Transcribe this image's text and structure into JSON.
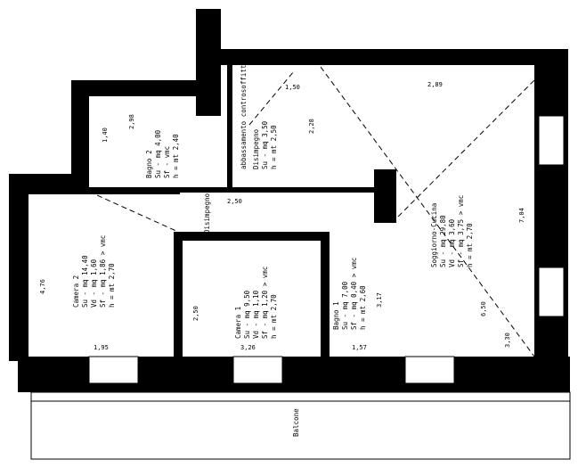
{
  "colors": {
    "wall": "#000000",
    "background": "#ffffff",
    "line": "#000000"
  },
  "rooms": {
    "living": {
      "lines": [
        "Soggiorno-Cucina",
        "Su - mq 29,80",
        "Vd - mq 3,60",
        "Sf - mq 3,75 > vmc",
        "h = mt 2,70"
      ]
    },
    "bedroom2": {
      "lines": [
        "Camera 2",
        "Su - mq 14,40",
        "Vd - mq 1,60",
        "Sf - mq 1,86 > vmc",
        "h = mt 2,70"
      ]
    },
    "bedroom1": {
      "lines": [
        "Camera 1",
        "Su - mq 9,50",
        "Vd - mq 1,10",
        "Sf - mq 1,20 > vmc",
        "h = mt 2,70"
      ]
    },
    "bath1": {
      "lines": [
        "Bagno 1",
        "Su - mq 7,00",
        "Sf - mq 0,40 > vmc",
        "h = mt 2,60"
      ]
    },
    "bath2": {
      "lines": [
        "Bagno 2",
        "Su - mq 4,00",
        "Sf - vmc",
        "h = mt 2,40"
      ]
    },
    "hall": {
      "lines": [
        "abbassamento controsoffitto",
        "Disimpegno",
        "Su - mq 3,50",
        "h = mt 2,50"
      ]
    },
    "hall2": {
      "label": "Disimpegno"
    },
    "balcony": {
      "label": "Balcone"
    }
  },
  "dimensions": [
    "4,76",
    "2,98",
    "3,26",
    "1,57",
    "2,50",
    "3,17",
    "7,04",
    "2,28",
    "2,89",
    "1,95",
    "6,50",
    "1,40",
    "3,30",
    "2,50",
    "1,50"
  ]
}
